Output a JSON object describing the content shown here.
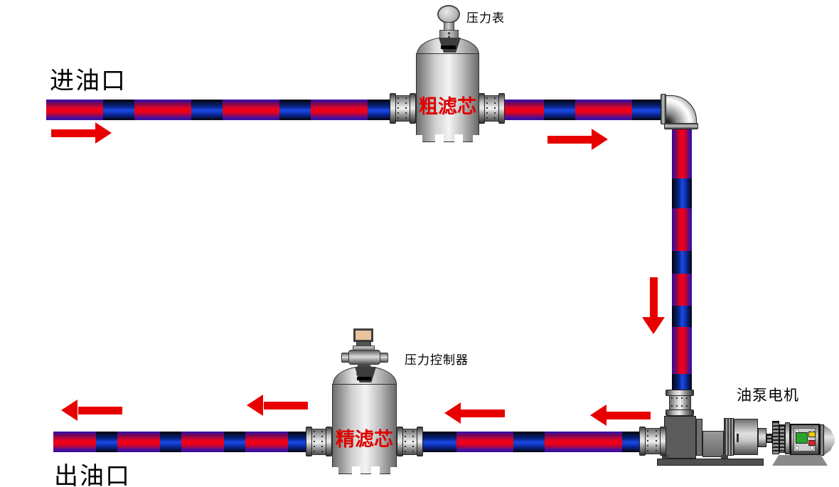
{
  "diagram": {
    "labels": {
      "inlet": "进油口",
      "outlet": "出油口",
      "pressure_gauge": "压力表",
      "pressure_controller": "压力控制器",
      "pump_motor": "油泵电机",
      "coarse_filter_element": "粗滤芯",
      "fine_filter_element": "精滤芯"
    },
    "colors": {
      "arrow_red": "#e80000",
      "filter_label_red": "#e00000",
      "pipe_red_mid": "#ee0016",
      "pipe_red_edge": "#2e0bb0",
      "pipe_blue_mid": "#1a4ae8",
      "pipe_blue_edge": "#04040c",
      "vessel_metal_light": "#f4f4f4",
      "vessel_metal_dark": "#6a6a6a",
      "pump_body_gray": "#5c5c5c",
      "motor_green": "#2aa52c",
      "motor_yellow": "#f2d400",
      "motor_red": "#dd2222"
    }
  }
}
